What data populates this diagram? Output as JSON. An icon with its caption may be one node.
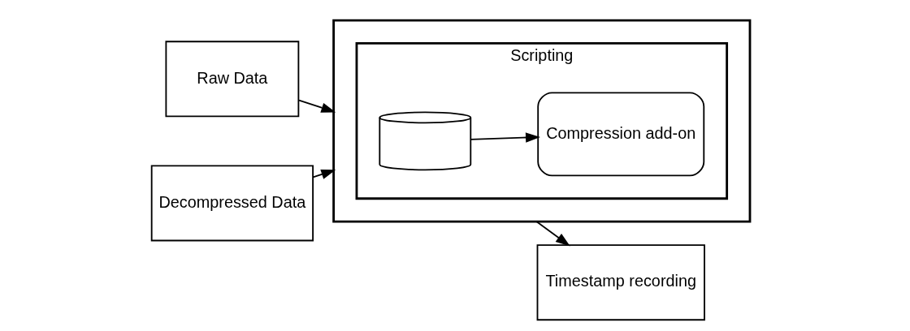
{
  "diagram": {
    "nodes": [
      {
        "text": [
          "Raw Data"
        ]
      },
      {
        "text": [],
        "shape": "box"
      },
      {
        "text": [
          "Scripting"
        ],
        "in": 1
      },
      {
        "text": [],
        "shape": "cylinder",
        "in": 2
      },
      {
        "text": [
          "Compression add-on"
        ],
        "in": 2
      },
      {
        "text": [
          "Timestamp recording"
        ]
      },
      {
        "text": [
          "Decompressed Data"
        ]
      }
    ],
    "edges": [
      {
        "from": 0,
        "to": 1,
        "arrow": "to"
      },
      {
        "from": 6,
        "to": 1,
        "arrow": "to"
      },
      {
        "from": 3,
        "to": 4,
        "arrow": "to"
      },
      {
        "from": 1,
        "to": 5,
        "arrow": "to"
      }
    ]
  }
}
